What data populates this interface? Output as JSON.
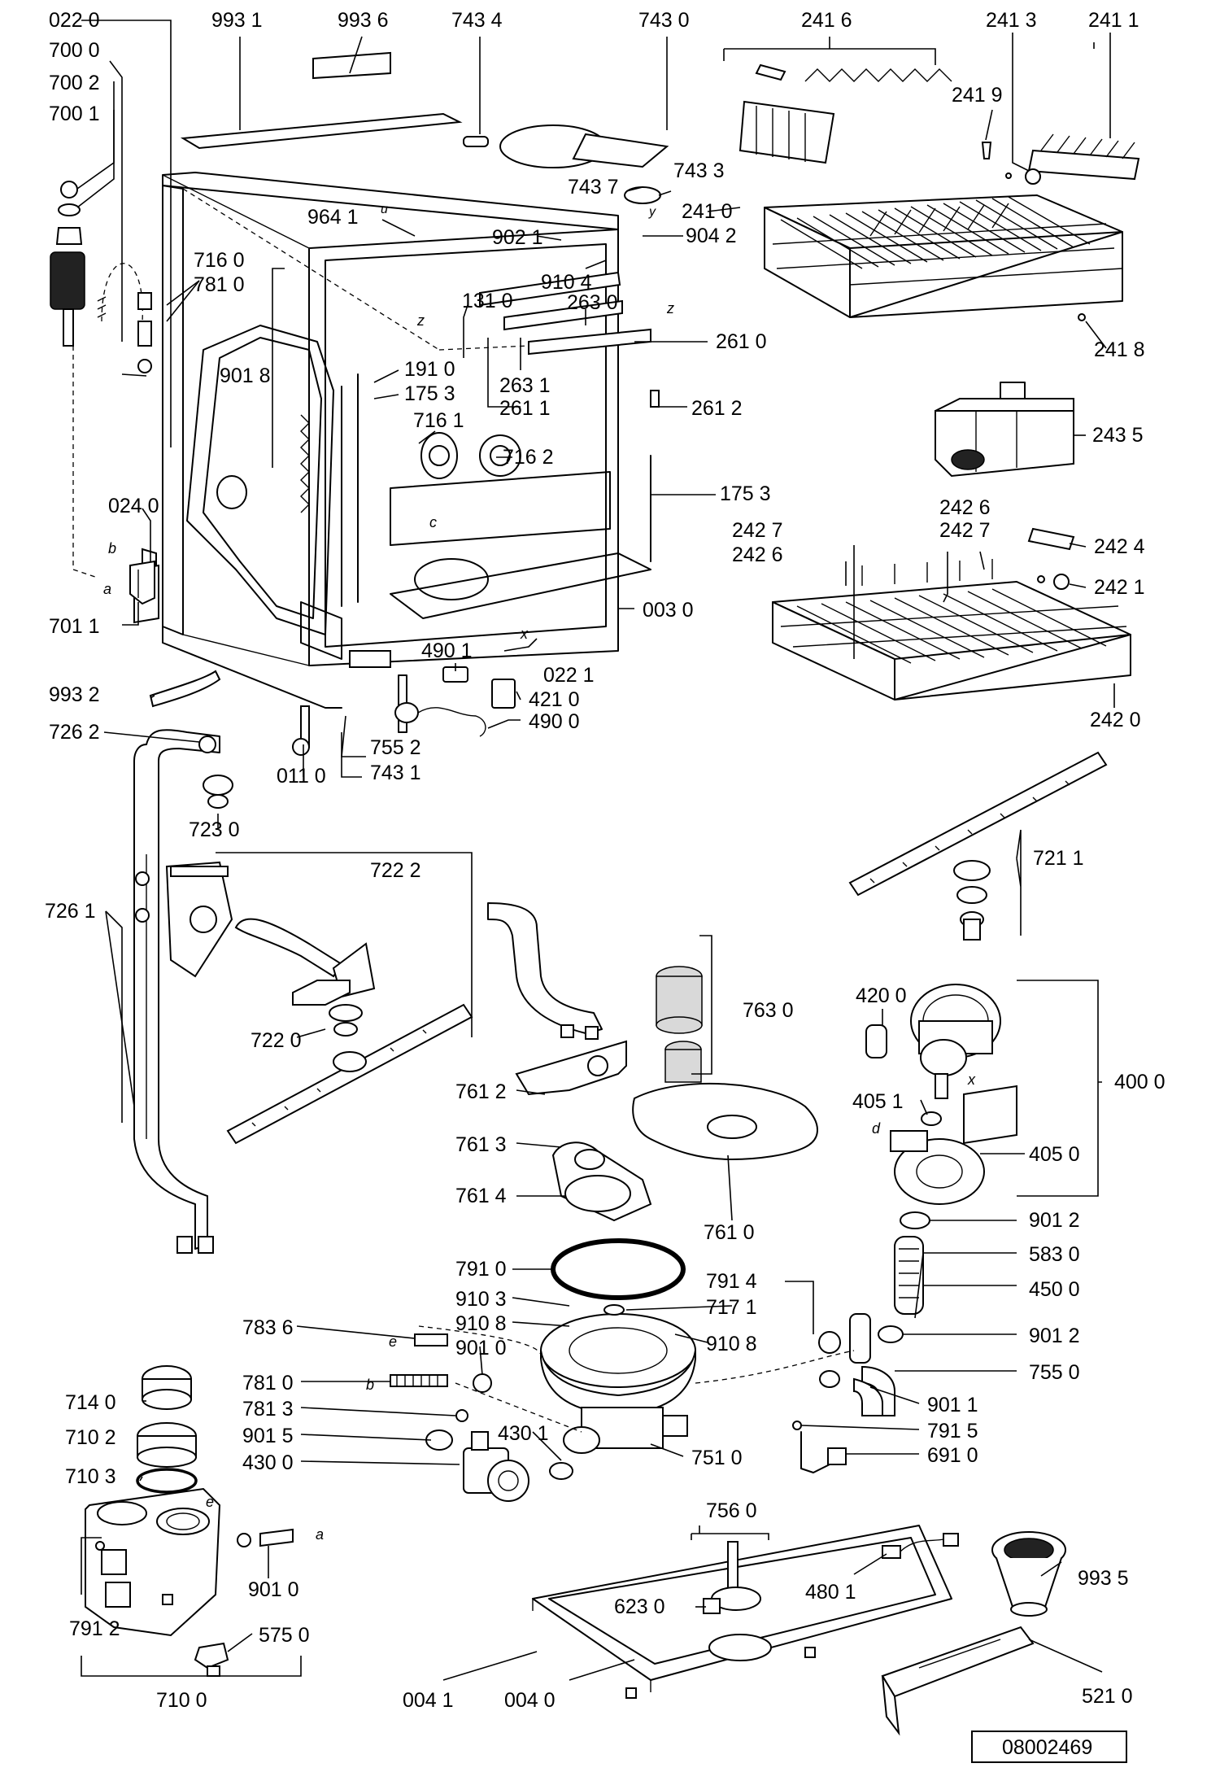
{
  "callouts": [
    {
      "id": "0220",
      "text": "022 0"
    },
    {
      "id": "7000",
      "text": "700 0"
    },
    {
      "id": "7002",
      "text": "700 2"
    },
    {
      "id": "7001",
      "text": "700 1"
    },
    {
      "id": "9931",
      "text": "993 1"
    },
    {
      "id": "9936",
      "text": "993 6"
    },
    {
      "id": "7434",
      "text": "743 4"
    },
    {
      "id": "7430",
      "text": "743 0"
    },
    {
      "id": "2416",
      "text": "241 6"
    },
    {
      "id": "2413",
      "text": "241 3"
    },
    {
      "id": "2411",
      "text": "241 1"
    },
    {
      "id": "2419",
      "text": "241 9"
    },
    {
      "id": "7437",
      "text": "743 7"
    },
    {
      "id": "7433",
      "text": "743 3"
    },
    {
      "id": "2410",
      "text": "241 0"
    },
    {
      "id": "9641",
      "text": "964 1"
    },
    {
      "id": "9021",
      "text": "902 1"
    },
    {
      "id": "9042",
      "text": "904 2"
    },
    {
      "id": "9104",
      "text": "910 4"
    },
    {
      "id": "7160",
      "text": "716 0"
    },
    {
      "id": "7810a",
      "text": "781 0"
    },
    {
      "id": "1310",
      "text": "131 0"
    },
    {
      "id": "2630",
      "text": "263 0"
    },
    {
      "id": "2610",
      "text": "261 0"
    },
    {
      "id": "2418",
      "text": "241 8"
    },
    {
      "id": "9018a",
      "text": "901 8"
    },
    {
      "id": "1910",
      "text": "191 0"
    },
    {
      "id": "1753a",
      "text": "175 3"
    },
    {
      "id": "2631",
      "text": "263 1"
    },
    {
      "id": "2611",
      "text": "261 1"
    },
    {
      "id": "2612",
      "text": "261 2"
    },
    {
      "id": "7161",
      "text": "716 1"
    },
    {
      "id": "7162",
      "text": "716 2"
    },
    {
      "id": "2435",
      "text": "243 5"
    },
    {
      "id": "1753b",
      "text": "175 3"
    },
    {
      "id": "0240",
      "text": "024 0"
    },
    {
      "id": "2426a",
      "text": "242 6"
    },
    {
      "id": "2427a",
      "text": "242 7"
    },
    {
      "id": "2427b",
      "text": "242 7"
    },
    {
      "id": "2426b",
      "text": "242 6"
    },
    {
      "id": "2424",
      "text": "242 4"
    },
    {
      "id": "2421",
      "text": "242 1"
    },
    {
      "id": "7011",
      "text": "701 1"
    },
    {
      "id": "0030",
      "text": "003 0"
    },
    {
      "id": "4901",
      "text": "490 1"
    },
    {
      "id": "0221",
      "text": "022 1"
    },
    {
      "id": "9932",
      "text": "993 2"
    },
    {
      "id": "4210",
      "text": "421 0"
    },
    {
      "id": "4900",
      "text": "490 0"
    },
    {
      "id": "2420",
      "text": "242 0"
    },
    {
      "id": "7262",
      "text": "726 2"
    },
    {
      "id": "7552a",
      "text": "755 2"
    },
    {
      "id": "0110",
      "text": "011 0"
    },
    {
      "id": "7431",
      "text": "743 1"
    },
    {
      "id": "7230",
      "text": "723 0"
    },
    {
      "id": "7222",
      "text": "722 2"
    },
    {
      "id": "7211",
      "text": "721 1"
    },
    {
      "id": "7261",
      "text": "726 1"
    },
    {
      "id": "7630",
      "text": "763 0"
    },
    {
      "id": "4200",
      "text": "420 0"
    },
    {
      "id": "7220",
      "text": "722 0"
    },
    {
      "id": "4000",
      "text": "400 0"
    },
    {
      "id": "7612",
      "text": "761 2"
    },
    {
      "id": "4051",
      "text": "405 1"
    },
    {
      "id": "7613",
      "text": "761 3"
    },
    {
      "id": "4050",
      "text": "405 0"
    },
    {
      "id": "7614",
      "text": "761 4"
    },
    {
      "id": "7610",
      "text": "761 0"
    },
    {
      "id": "9012a",
      "text": "901 2"
    },
    {
      "id": "7910",
      "text": "791 0"
    },
    {
      "id": "5830",
      "text": "583 0"
    },
    {
      "id": "7914",
      "text": "791 4"
    },
    {
      "id": "4500",
      "text": "450 0"
    },
    {
      "id": "9103",
      "text": "910 3"
    },
    {
      "id": "7171",
      "text": "717 1"
    },
    {
      "id": "7836",
      "text": "783 6"
    },
    {
      "id": "9108a",
      "text": "910 8"
    },
    {
      "id": "9108b",
      "text": "910 8"
    },
    {
      "id": "9012b",
      "text": "901 2"
    },
    {
      "id": "9010a",
      "text": "901 0"
    },
    {
      "id": "7550",
      "text": "755 0"
    },
    {
      "id": "7140",
      "text": "714 0"
    },
    {
      "id": "7810b",
      "text": "781 0"
    },
    {
      "id": "9011",
      "text": "901 1"
    },
    {
      "id": "7102",
      "text": "710 2"
    },
    {
      "id": "7813",
      "text": "781 3"
    },
    {
      "id": "7915",
      "text": "791 5"
    },
    {
      "id": "9015",
      "text": "901 5"
    },
    {
      "id": "4301",
      "text": "430 1"
    },
    {
      "id": "7510",
      "text": "751 0"
    },
    {
      "id": "4300",
      "text": "430 0"
    },
    {
      "id": "6910",
      "text": "691 0"
    },
    {
      "id": "7103",
      "text": "710 3"
    },
    {
      "id": "7560",
      "text": "756 0"
    },
    {
      "id": "9935",
      "text": "993 5"
    },
    {
      "id": "6230",
      "text": "623 0"
    },
    {
      "id": "4801",
      "text": "480 1"
    },
    {
      "id": "9010b",
      "text": "901 0"
    },
    {
      "id": "7912",
      "text": "791 2"
    },
    {
      "id": "5750",
      "text": "575 0"
    },
    {
      "id": "0041",
      "text": "004 1"
    },
    {
      "id": "0040",
      "text": "004 0"
    },
    {
      "id": "5210",
      "text": "521 0"
    },
    {
      "id": "7100",
      "text": "710 0"
    }
  ],
  "letters": {
    "a1": "a",
    "b1": "b",
    "a2": "a",
    "b2": "b",
    "c1": "c",
    "d1": "d",
    "e1": "e",
    "e2": "e",
    "x1": "x",
    "x2": "x",
    "z1": "z",
    "z2": "z",
    "y1": "y",
    "u1": "u"
  },
  "reference_number": "08002469"
}
